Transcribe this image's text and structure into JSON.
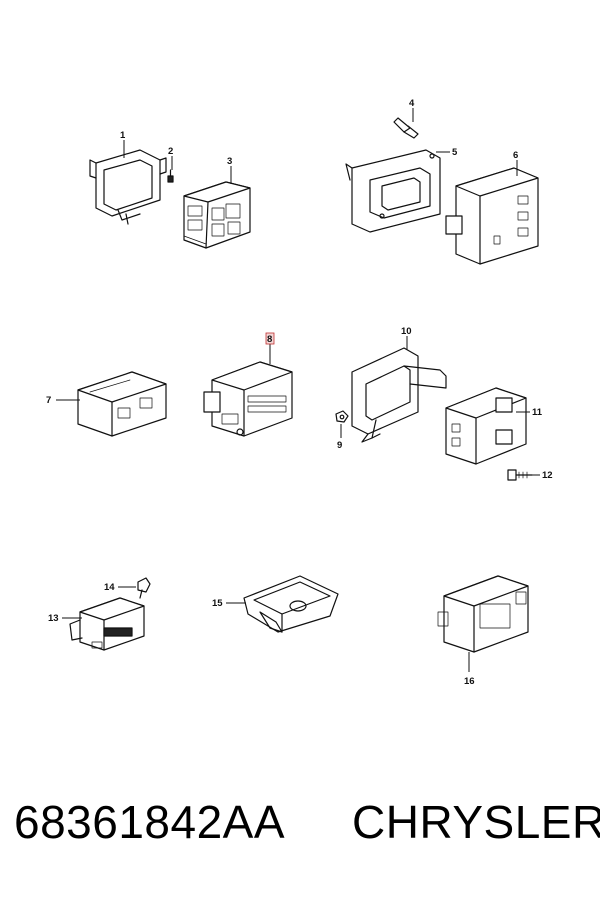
{
  "callouts": {
    "c1": "1",
    "c2": "2",
    "c3": "3",
    "c4": "4",
    "c5": "5",
    "c6": "6",
    "c7": "7",
    "c8": "8",
    "c9": "9",
    "c10": "10",
    "c11": "11",
    "c12": "12",
    "c13": "13",
    "c14": "14",
    "c15": "15",
    "c16": "16"
  },
  "footer": {
    "part_number": "68361842AA",
    "brand": "CHRYSLER"
  },
  "colors": {
    "line": "#111111",
    "highlight_fill": "#f3d6d6",
    "highlight_stroke": "#c03030"
  }
}
